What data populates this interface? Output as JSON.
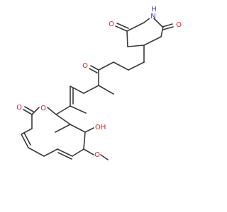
{
  "molecule": {
    "atoms": {
      "imide_h": "H",
      "imide_n": "N",
      "imide_o_left": "O",
      "imide_o_right": "O",
      "ketone_o": "O",
      "lactone_ring_o": "O",
      "lactone_carbonyl_o": "O",
      "hydroxyl": "OH",
      "methoxy_o": "O"
    },
    "colors": {
      "bond": "#3a3a3a",
      "oxygen": "#e0202a",
      "nitrogen": "#2f3cd0"
    }
  }
}
